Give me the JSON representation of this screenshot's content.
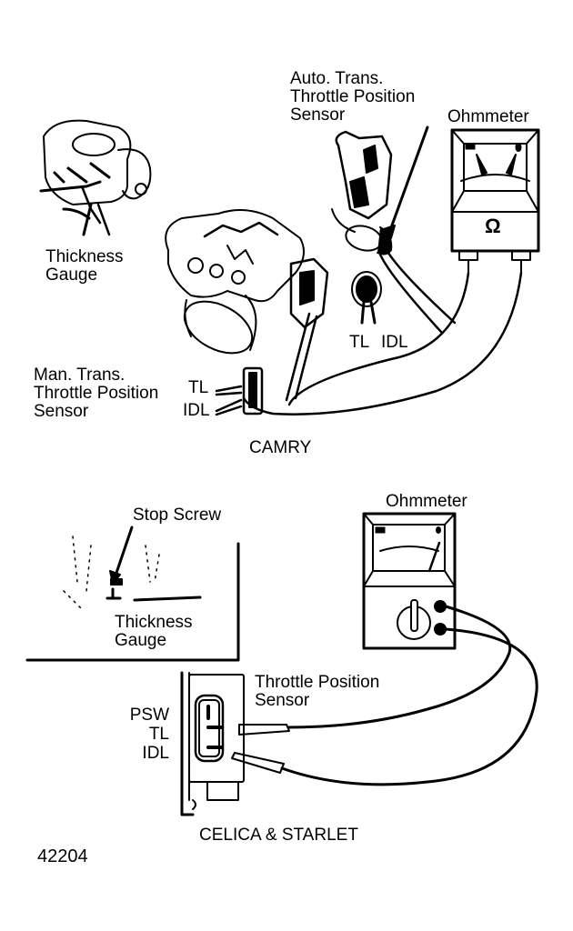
{
  "figure_id": "42204",
  "top_panel": {
    "caption": "CAMRY",
    "labels": {
      "auto_tps": [
        "Auto. Trans.",
        "Throttle Position",
        "Sensor"
      ],
      "ohmmeter": "Ohmmeter",
      "thickness_gauge": [
        "Thickness",
        "Gauge"
      ],
      "man_tps": [
        "Man. Trans.",
        "Throttle Position",
        "Sensor"
      ],
      "tl": "TL",
      "idl": "IDL",
      "connector_tl": "TL",
      "connector_idl": "IDL"
    },
    "ohmmeter_symbol": "Ω"
  },
  "bottom_panel": {
    "caption": "CELICA & STARLET",
    "labels": {
      "stop_screw": "Stop Screw",
      "thickness_gauge": [
        "Thickness",
        "Gauge"
      ],
      "ohmmeter": "Ohmmeter",
      "tps": [
        "Throttle Position",
        "Sensor"
      ],
      "psw": "PSW",
      "tl": "TL",
      "idl": "IDL"
    }
  }
}
